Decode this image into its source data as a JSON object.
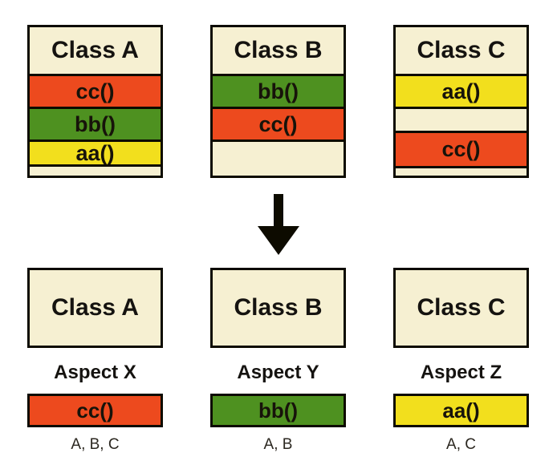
{
  "colors": {
    "background": "#ffffff",
    "class_fill_cream": "#f6f0d2",
    "method_cc_orange": "#ed4a1e",
    "method_bb_green": "#4e9120",
    "method_aa_yellow": "#f2df1d",
    "outline_black": "#0d0b00"
  },
  "icons": {
    "transform_arrow": "down-arrow"
  },
  "before": {
    "classes": [
      {
        "title": "Class A",
        "methods": [
          "cc()",
          "bb()",
          "aa()"
        ]
      },
      {
        "title": "Class B",
        "methods": [
          "bb()",
          "cc()"
        ]
      },
      {
        "title": "Class C",
        "methods": [
          "aa()",
          "cc()"
        ]
      }
    ]
  },
  "after": {
    "classes": [
      {
        "title": "Class A"
      },
      {
        "title": "Class B"
      },
      {
        "title": "Class C"
      }
    ],
    "aspects": [
      {
        "title": "Aspect X",
        "method": "cc()",
        "applies_to": "A, B, C"
      },
      {
        "title": "Aspect Y",
        "method": "bb()",
        "applies_to": "A, B"
      },
      {
        "title": "Aspect Z",
        "method": "aa()",
        "applies_to": "A, C"
      }
    ]
  }
}
